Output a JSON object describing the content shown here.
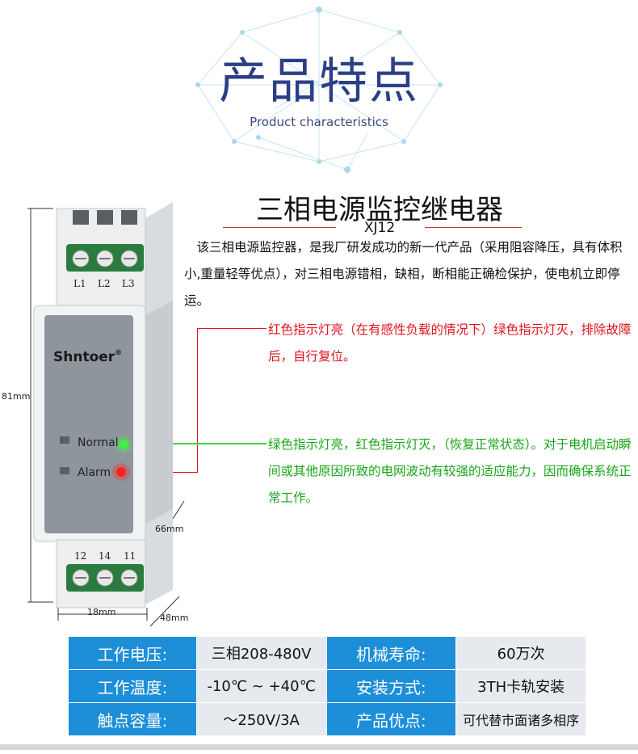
{
  "header": {
    "title_cn": "产品特点",
    "title_en": "Product characteristics"
  },
  "product": {
    "title": "三相电源监控继电器",
    "model": "XJ12",
    "description": "该三相电源监控器，是我厂研发成功的新一代产品（采用阻容降压，具有体积小,重量轻等优点），对三相电源错相，缺相，断相能正确检保护，使电机立即停运。"
  },
  "annotations": {
    "red": "红色指示灯亮（在有感性负载的情况下）绿色指示灯灭，排除故障后，自行复位。",
    "green": "绿色指示灯亮，红色指示灯灭，（恢复正常状态）。对于电机启动瞬间或其他原因所致的电网波动有较强的适应能力，因而确保系统正常工作。"
  },
  "device": {
    "brand": "Shntoer",
    "registered": "®",
    "top_terminals": [
      "L1",
      "L2",
      "L3"
    ],
    "bottom_terminals": [
      "12",
      "14",
      "11"
    ],
    "normal_label": "Normal",
    "alarm_label": "Alarm",
    "dim_height": "81mm",
    "dim_depth_inner": "66mm",
    "dim_width": "18mm",
    "dim_depth": "48mm"
  },
  "specs": [
    {
      "k1": "工作电压:",
      "v1": "三相208-480V",
      "k2": "机械寿命:",
      "v2": "60万次"
    },
    {
      "k1": "工作温度:",
      "v1": "-10℃ ~ +40℃",
      "k2": "安装方式:",
      "v2": "3TH卡轨安装"
    },
    {
      "k1": "触点容量:",
      "v1": "～250V/3A",
      "k2": "产品优点:",
      "v2": "可代替市面诸多相序"
    }
  ],
  "colors": {
    "title": "#2b3f86",
    "spec_key_bg": "#1d8ed8",
    "spec_val_bg": "#e6eaee",
    "red": "#e0141e",
    "green": "#1aa51a"
  }
}
